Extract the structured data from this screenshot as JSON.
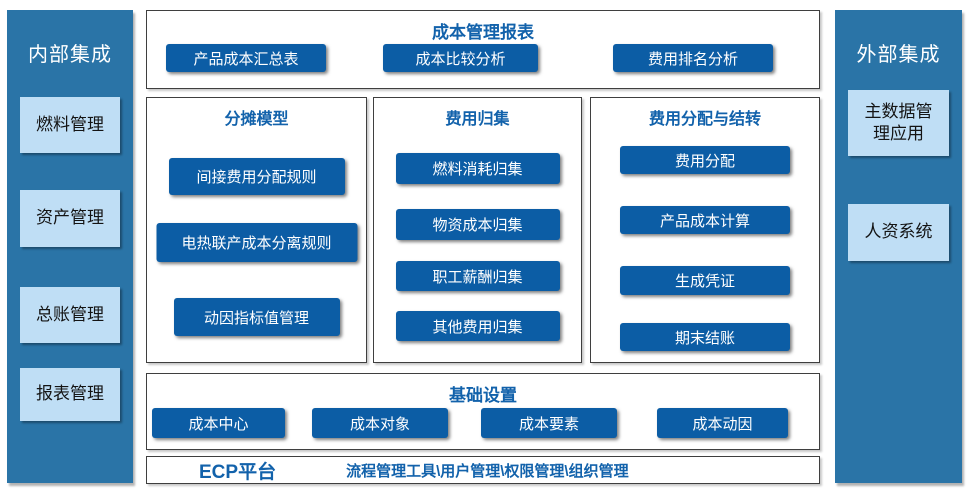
{
  "colors": {
    "sidebar_bg": "#2A74A7",
    "sidebar_item_bg": "#BFDEF5",
    "node_bg": "#0C5DA5",
    "heading_text": "#1262AB",
    "panel_border": "#3F3F3F"
  },
  "left_sidebar": {
    "title": "内部集成",
    "items": [
      "燃料管理",
      "资产管理",
      "总账管理",
      "报表管理"
    ]
  },
  "right_sidebar": {
    "title": "外部集成",
    "items": [
      "主数据管理应用",
      "人资系统"
    ]
  },
  "top_panel": {
    "title": "成本管理报表",
    "nodes": [
      "产品成本汇总表",
      "成本比较分析",
      "费用排名分析"
    ]
  },
  "middle_panels": [
    {
      "title": "分摊模型",
      "nodes": [
        "间接费用分配规则",
        "电热联产成本分离规则",
        "动因指标值管理"
      ]
    },
    {
      "title": "费用归集",
      "nodes": [
        "燃料消耗归集",
        "物资成本归集",
        "职工薪酬归集",
        "其他费用归集"
      ]
    },
    {
      "title": "费用分配与结转",
      "nodes": [
        "费用分配",
        "产品成本计算",
        "生成凭证",
        "期末结账"
      ]
    }
  ],
  "bottom_panel": {
    "title": "基础设置",
    "nodes": [
      "成本中心",
      "成本对象",
      "成本要素",
      "成本动因"
    ]
  },
  "ecp_bar": {
    "title": "ECP平台",
    "tools": "流程管理工具\\用户管理\\权限管理\\组织管理"
  }
}
